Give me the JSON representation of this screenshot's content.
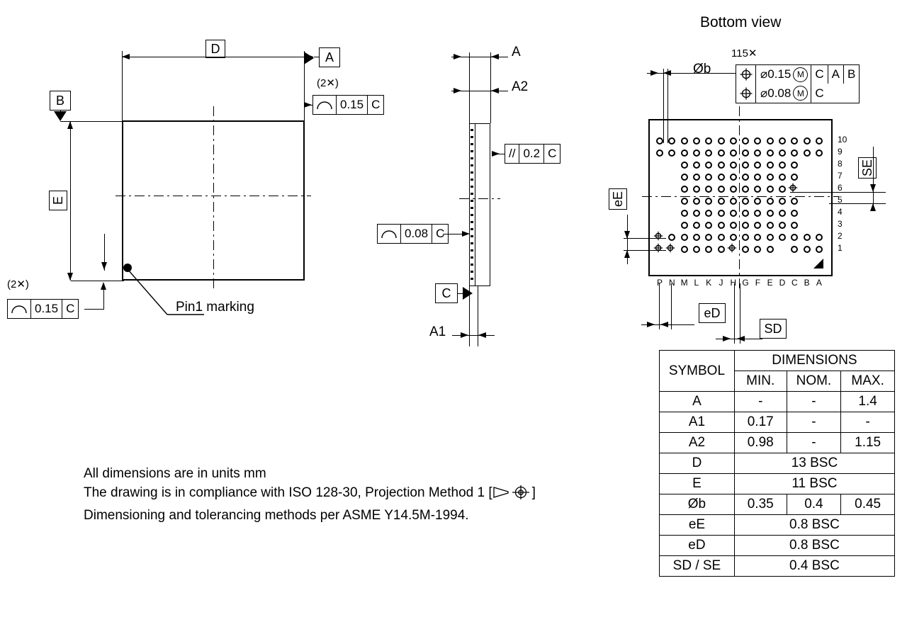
{
  "drawing": {
    "title_bottom_view": "Bottom view",
    "pin1_label": "Pin1 marking",
    "notes": [
      "All dimensions are in units mm",
      "The drawing is in compliance with ISO 128-30, Projection Method 1 [",
      "]",
      "Dimensioning and tolerancing methods per ASME Y14.5M-1994."
    ],
    "note_line2_prefix": "The drawing is in compliance with ISO 128-30, Projection Method 1 [",
    "note_line2_suffix": "]",
    "ink_color": "#000000",
    "background_color": "#ffffff"
  },
  "top_view": {
    "dim_D": "D",
    "dim_E": "E",
    "datum_A": "A",
    "datum_B": "B",
    "qty_2x_top": "(2✕)",
    "qty_2x_bottom": "(2✕)",
    "fcf_top": {
      "symbol": "profile-of-surface",
      "tolerance": "0.15",
      "datum": "C"
    },
    "fcf_bottom": {
      "symbol": "profile-of-surface",
      "tolerance": "0.15",
      "datum": "C"
    }
  },
  "side_view": {
    "dim_A": "A",
    "dim_A2": "A2",
    "dim_A1": "A1",
    "datum_C": "C",
    "fcf_parallel": {
      "symbol": "//",
      "tolerance": "0.2",
      "datum": "C"
    },
    "fcf_profile": {
      "symbol": "profile-of-surface",
      "tolerance": "0.08",
      "datum": "C"
    }
  },
  "bottom_view": {
    "ball_count": "115✕",
    "dim_Ob": "Øb",
    "dim_eE": "eE",
    "dim_eD": "eD",
    "dim_SD": "SD",
    "dim_SE": "SE",
    "fcf_rows": [
      {
        "symbol": "position",
        "tolerance": "⌀0.15",
        "modifier": "M",
        "datums": [
          "C",
          "A",
          "B"
        ]
      },
      {
        "symbol": "position",
        "tolerance": "⌀0.08",
        "modifier": "M",
        "datums": [
          "C"
        ]
      }
    ],
    "column_labels": [
      "P",
      "N",
      "M",
      "L",
      "K",
      "J",
      "H",
      "G",
      "F",
      "E",
      "D",
      "C",
      "B",
      "A"
    ],
    "row_labels": [
      "10",
      "9",
      "8",
      "7",
      "6",
      "5",
      "4",
      "3",
      "2",
      "1"
    ],
    "ball_map": [
      [
        1,
        1,
        1,
        1,
        1,
        1,
        1,
        1,
        1,
        1,
        1,
        1,
        1,
        1
      ],
      [
        1,
        1,
        1,
        1,
        1,
        1,
        1,
        1,
        1,
        1,
        1,
        1,
        1,
        1
      ],
      [
        0,
        0,
        1,
        1,
        1,
        1,
        1,
        1,
        1,
        1,
        1,
        1,
        0,
        0
      ],
      [
        0,
        0,
        1,
        1,
        1,
        1,
        1,
        1,
        1,
        1,
        1,
        1,
        0,
        0
      ],
      [
        0,
        0,
        1,
        1,
        1,
        1,
        1,
        1,
        1,
        1,
        1,
        1,
        0,
        0
      ],
      [
        0,
        0,
        1,
        1,
        1,
        1,
        1,
        1,
        1,
        1,
        1,
        1,
        0,
        0
      ],
      [
        0,
        0,
        1,
        1,
        1,
        1,
        1,
        1,
        1,
        1,
        1,
        1,
        0,
        0
      ],
      [
        0,
        0,
        1,
        1,
        1,
        1,
        1,
        1,
        1,
        1,
        1,
        1,
        0,
        0
      ],
      [
        1,
        1,
        1,
        1,
        1,
        1,
        1,
        1,
        1,
        1,
        1,
        1,
        1,
        1
      ],
      [
        1,
        1,
        1,
        1,
        1,
        1,
        1,
        1,
        1,
        1,
        0,
        1,
        1,
        1
      ]
    ],
    "target_balls": [
      {
        "row": 9,
        "col": 0
      },
      {
        "row": 9,
        "col": 1
      },
      {
        "row": 9,
        "col": 6
      },
      {
        "row": 8,
        "col": 0
      },
      {
        "row": 4,
        "col": 11
      }
    ]
  },
  "dimension_table": {
    "header_symbol": "SYMBOL",
    "header_dimensions": "DIMENSIONS",
    "columns": [
      "MIN.",
      "NOM.",
      "MAX."
    ],
    "rows": [
      {
        "symbol": "A",
        "span": false,
        "min": "-",
        "nom": "-",
        "max": "1.4"
      },
      {
        "symbol": "A1",
        "span": false,
        "min": "0.17",
        "nom": "-",
        "max": "-"
      },
      {
        "symbol": "A2",
        "span": false,
        "min": "0.98",
        "nom": "-",
        "max": "1.15"
      },
      {
        "symbol": "D",
        "span": true,
        "value": "13 BSC"
      },
      {
        "symbol": "E",
        "span": true,
        "value": "11 BSC"
      },
      {
        "symbol": "Øb",
        "span": false,
        "min": "0.35",
        "nom": "0.4",
        "max": "0.45"
      },
      {
        "symbol": "eE",
        "span": true,
        "value": "0.8 BSC"
      },
      {
        "symbol": "eD",
        "span": true,
        "value": "0.8 BSC"
      },
      {
        "symbol": "SD / SE",
        "span": true,
        "value": "0.4 BSC"
      }
    ]
  }
}
